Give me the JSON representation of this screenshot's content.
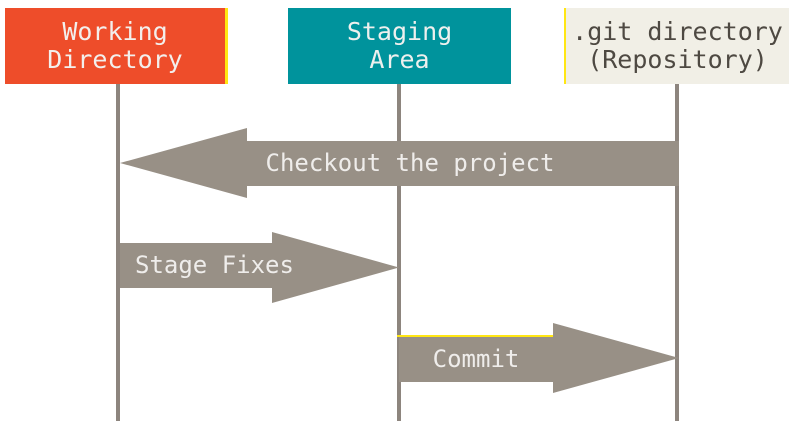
{
  "nodes": [
    {
      "line1": "Working",
      "line2": "Directory",
      "color": "#ee4d2a",
      "text_color": "#f3efec"
    },
    {
      "line1": "Staging",
      "line2": "Area",
      "color": "#00939c",
      "text_color": "#eef0ee"
    },
    {
      "line1": ".git directory",
      "line2": "(Repository)",
      "color": "#f1efe6",
      "text_color": "#4e4942"
    }
  ],
  "arrows": [
    {
      "label": "Checkout the project",
      "direction": "left"
    },
    {
      "label": "Stage Fixes",
      "direction": "right"
    },
    {
      "label": "Commit",
      "direction": "right"
    }
  ],
  "colors": {
    "background": "#ffffff",
    "arrow": "#989086",
    "lifeline": "#8d857e",
    "edge_artifact_yellow": "#ffe613",
    "arrow_label_text": "#efedeb"
  }
}
